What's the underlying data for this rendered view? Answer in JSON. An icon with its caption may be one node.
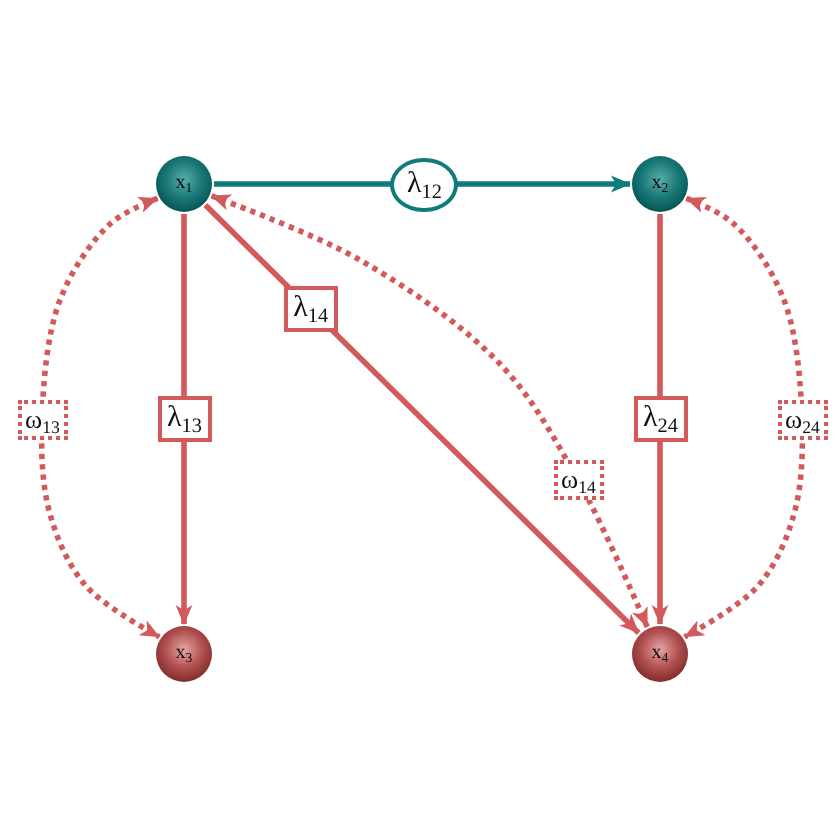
{
  "diagram": {
    "nodes": [
      {
        "text": [
          "x$_{1}$"
        ]
      },
      {
        "text": [
          "x$_{2}$"
        ]
      },
      {
        "text": [
          "x$_{3}$"
        ]
      },
      {
        "text": [
          "x$_{4}$"
        ]
      }
    ],
    "edges": [
      {
        "from": 0,
        "to": 1,
        "arrow": "to",
        "label": "λ$_{12}$",
        "color": "#0e7c7b"
      },
      {
        "from": 0,
        "to": 2,
        "arrow": "to",
        "label": "λ$_{13}$"
      },
      {
        "from": 0,
        "to": 3,
        "arrow": "to",
        "label": "λ$_{14}$"
      },
      {
        "from": 1,
        "to": 3,
        "arrow": "to",
        "label": "λ$_{24}$"
      },
      {
        "from": 0,
        "to": 2,
        "arrow": "both",
        "label": "ω$_{13}$",
        "style": "dashed"
      },
      {
        "from": 0,
        "to": 3,
        "arrow": "both",
        "label": "ω$_{14}$",
        "style": "dashed"
      },
      {
        "from": 1,
        "to": 3,
        "arrow": "both",
        "label": "ω$_{24}$",
        "style": "dashed"
      }
    ]
  }
}
